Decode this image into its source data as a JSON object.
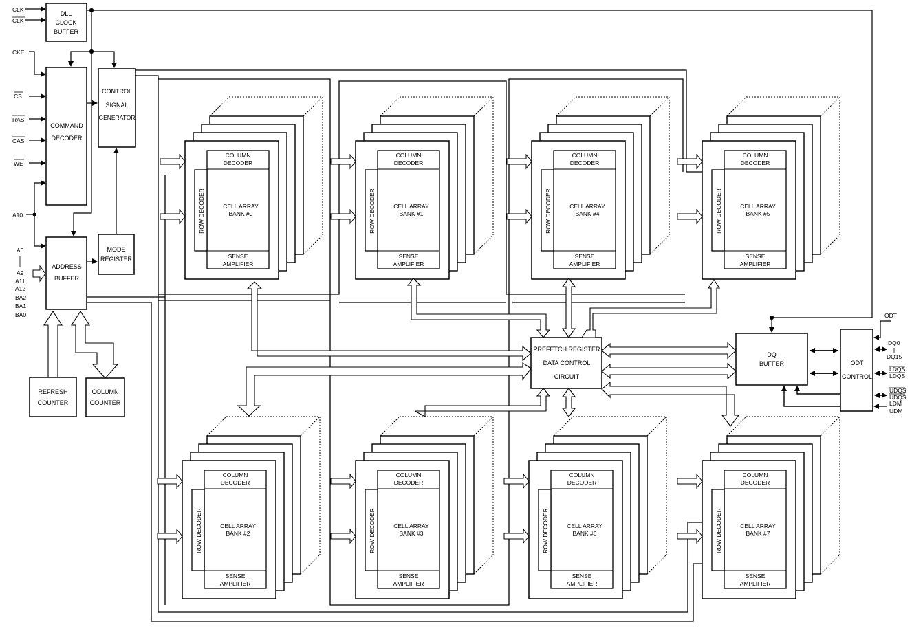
{
  "pins_left": {
    "clk": "CLK",
    "clk_n": "CLK",
    "cke": "CKE",
    "cs": "CS",
    "ras": "RAS",
    "cas": "CAS",
    "we": "WE",
    "a10": "A10",
    "a0": "A0",
    "a9": "A9",
    "a11": "A11",
    "a12": "A12",
    "ba2": "BA2",
    "ba1": "BA1",
    "ba0": "BA0"
  },
  "pins_right": {
    "odt": "ODT",
    "dq0": "DQ0",
    "dq15": "DQ15",
    "ldqs": "LDQS",
    "ldqs_n": "LDQS",
    "udqs": "UDQS",
    "udqs_n": "UDQS",
    "ldm": "LDM",
    "udm": "UDM"
  },
  "blocks": {
    "dll": [
      "DLL",
      "CLOCK",
      "BUFFER"
    ],
    "command_decoder": [
      "COMMAND",
      "DECODER"
    ],
    "control_signal": [
      "CONTROL",
      "SIGNAL",
      "GENERATOR"
    ],
    "address_buffer": [
      "ADDRESS",
      "BUFFER"
    ],
    "mode_register": [
      "MODE",
      "REGISTER"
    ],
    "refresh_counter": [
      "REFRESH",
      "COUNTER"
    ],
    "column_counter": [
      "COLUMN",
      "COUNTER"
    ],
    "prefetch": [
      "PREFETCH REGISTER",
      "DATA CONTROL",
      "CIRCUIT"
    ],
    "dq_buffer": [
      "DQ",
      "BUFFER"
    ],
    "odt_control": [
      "ODT",
      "CONTROL"
    ]
  },
  "bank_labels": {
    "column_decoder": [
      "COLUMN",
      "DECODER"
    ],
    "row_decoder": "ROW DECODER",
    "sense_amplifier": [
      "SENSE",
      "AMPLIFIER"
    ],
    "cell_array": "CELL ARRAY"
  },
  "banks": [
    "BANK #0",
    "BANK #1",
    "BANK #4",
    "BANK #5",
    "BANK #2",
    "BANK #3",
    "BANK #6",
    "BANK #7"
  ]
}
